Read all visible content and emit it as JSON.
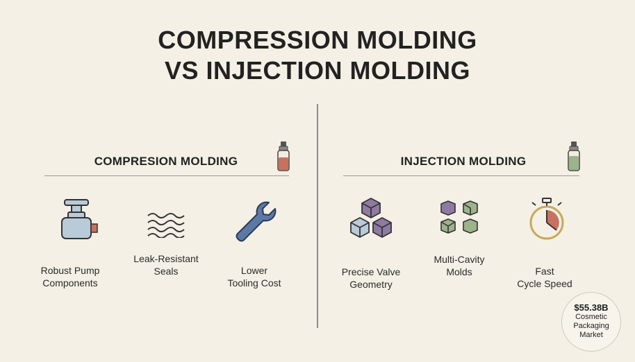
{
  "title": {
    "line1": "COMPRESSION MOLDING",
    "line2": "VS INJECTION MOLDING"
  },
  "left": {
    "heading": "COMPRESION MOLDING",
    "items": [
      {
        "line1": "Robust Pump",
        "line2": "Components",
        "icon": "pump-bottle-icon"
      },
      {
        "line1": "Leak-Resistant",
        "line2": "Seals",
        "icon": "wave-seal-icon"
      },
      {
        "line1": "Lower",
        "line2": "Tooling Cost",
        "icon": "wrench-icon"
      }
    ]
  },
  "right": {
    "heading": "INJECTION MOLDING",
    "items": [
      {
        "line1": "Precise Valve",
        "line2": "Geometry",
        "icon": "cubes-icon"
      },
      {
        "line1": "Multi-Cavity",
        "line2": "Molds",
        "icon": "hexagon-cavity-icon"
      },
      {
        "line1": "Fast",
        "line2": "Cycle Speed",
        "icon": "stopwatch-icon"
      }
    ]
  },
  "badge": {
    "amount": "$55.38B",
    "line1": "Cosmetic",
    "line2": "Packaging",
    "line3": "Market"
  },
  "colors": {
    "background": "#f4f0e6",
    "terracotta": "#c9715e",
    "sage": "#9db38a",
    "steel_blue": "#5c79a6",
    "lavender": "#8f7aa2",
    "pale_blue": "#b9cad9",
    "gold": "#c9a85a"
  }
}
